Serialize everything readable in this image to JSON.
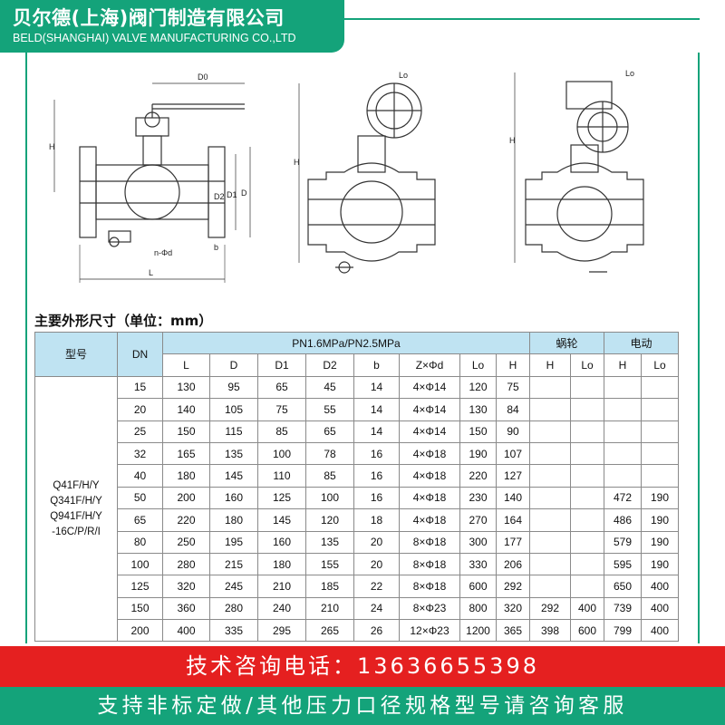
{
  "header": {
    "company_cn": "贝尔德(上海)阀门制造有限公司",
    "company_en": "BELD(SHANGHAI) VALVE MANUFACTURING CO.,LTD"
  },
  "drawing_labels": {
    "d0": "D0",
    "h": "H",
    "d2": "D2",
    "d1": "D1",
    "d": "D",
    "b": "b",
    "n_phi_d": "n-Φd",
    "l": "L",
    "h2": "H",
    "lo": "Lo",
    "h3": "H",
    "lo2": "Lo"
  },
  "section_title": "主要外形尺寸（单位：mm）",
  "table": {
    "group_headers": {
      "model": "型号",
      "dn": "DN",
      "pressure": "PN1.6MPa/PN2.5MPa",
      "worm": "蜗轮",
      "electric": "电动"
    },
    "sub_headers": [
      "L",
      "D",
      "D1",
      "D2",
      "b",
      "Z×Φd",
      "Lo",
      "H",
      "H",
      "Lo",
      "H",
      "Lo"
    ],
    "model_lines": [
      "Q41F/H/Y",
      "Q341F/H/Y",
      "Q941F/H/Y",
      "-16C/P/R/I"
    ],
    "rows": [
      {
        "dn": "15",
        "cells": [
          "130",
          "95",
          "65",
          "45",
          "14",
          "4×Φ14",
          "120",
          "75",
          "",
          "",
          "",
          ""
        ]
      },
      {
        "dn": "20",
        "cells": [
          "140",
          "105",
          "75",
          "55",
          "14",
          "4×Φ14",
          "130",
          "84",
          "",
          "",
          "",
          ""
        ]
      },
      {
        "dn": "25",
        "cells": [
          "150",
          "115",
          "85",
          "65",
          "14",
          "4×Φ14",
          "150",
          "90",
          "",
          "",
          "",
          ""
        ]
      },
      {
        "dn": "32",
        "cells": [
          "165",
          "135",
          "100",
          "78",
          "16",
          "4×Φ18",
          "190",
          "107",
          "",
          "",
          "",
          ""
        ]
      },
      {
        "dn": "40",
        "cells": [
          "180",
          "145",
          "110",
          "85",
          "16",
          "4×Φ18",
          "220",
          "127",
          "",
          "",
          "",
          ""
        ]
      },
      {
        "dn": "50",
        "cells": [
          "200",
          "160",
          "125",
          "100",
          "16",
          "4×Φ18",
          "230",
          "140",
          "",
          "",
          "472",
          "190"
        ]
      },
      {
        "dn": "65",
        "cells": [
          "220",
          "180",
          "145",
          "120",
          "18",
          "4×Φ18",
          "270",
          "164",
          "",
          "",
          "486",
          "190"
        ]
      },
      {
        "dn": "80",
        "cells": [
          "250",
          "195",
          "160",
          "135",
          "20",
          "8×Φ18",
          "300",
          "177",
          "",
          "",
          "579",
          "190"
        ]
      },
      {
        "dn": "100",
        "cells": [
          "280",
          "215",
          "180",
          "155",
          "20",
          "8×Φ18",
          "330",
          "206",
          "",
          "",
          "595",
          "190"
        ]
      },
      {
        "dn": "125",
        "cells": [
          "320",
          "245",
          "210",
          "185",
          "22",
          "8×Φ18",
          "600",
          "292",
          "",
          "",
          "650",
          "400"
        ]
      },
      {
        "dn": "150",
        "cells": [
          "360",
          "280",
          "240",
          "210",
          "24",
          "8×Φ23",
          "800",
          "320",
          "292",
          "400",
          "739",
          "400"
        ]
      },
      {
        "dn": "200",
        "cells": [
          "400",
          "335",
          "295",
          "265",
          "26",
          "12×Φ23",
          "1200",
          "365",
          "398",
          "600",
          "799",
          "400"
        ]
      }
    ]
  },
  "footer": {
    "phone_label": "技术咨询电话：13636655398",
    "service_text": "支持非标定做/其他压力口径规格型号请咨询客服"
  },
  "colors": {
    "brand_green": "#14a37a",
    "phone_red": "#e52020",
    "table_header_blue": "#bfe3f2"
  }
}
